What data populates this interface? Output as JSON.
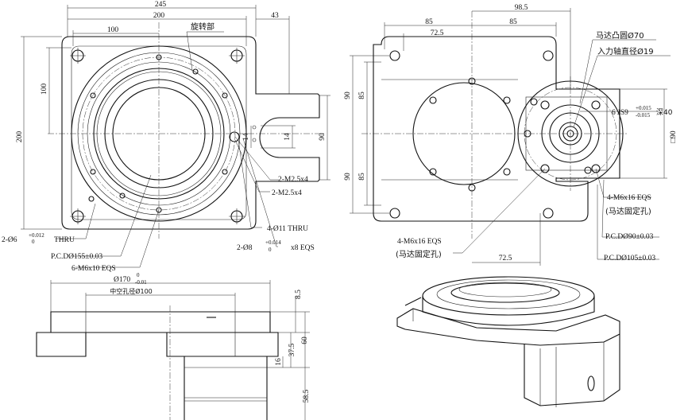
{
  "top_view": {
    "dims": {
      "d245": "245",
      "d200_top": "200",
      "d43": "43",
      "d100_top": "100",
      "d100_left": "100",
      "d200_left": "200",
      "d14_a": "14",
      "d14_b": "14",
      "d90_right": "90"
    },
    "callouts": {
      "rotating_part": "旋转部",
      "m25_a": "2-M2.5x4",
      "m25_b": "2-M2.5x4",
      "thru11": "4-Ø11 THRU",
      "pin6": "2-Ø6",
      "pin6_tol_up": "+0.012",
      "pin6_tol_low": "0",
      "pin6_suffix": "THRU",
      "pcd155": "P.C.DØ155±0.03",
      "m6x10": "6-M6x10 EQS",
      "pin8": "2-Ø8",
      "pin8_tol_up": "+0.014",
      "pin8_tol_low": "0",
      "pin8_suffix": "x8 EQS"
    }
  },
  "side_view": {
    "dims": {
      "d170": "Ø170",
      "d170_tol_up": "0",
      "d170_tol_low": "-0.01",
      "hollow": "中空孔径Ø100",
      "d8_5": "8.5",
      "d60": "60",
      "d37_5": "37.5",
      "d16": "16",
      "d58_5": "58.5"
    }
  },
  "right_view": {
    "dims": {
      "d98_5": "98.5",
      "d85_a": "85",
      "d85_b": "85",
      "d72_5_top": "72.5",
      "d90_a": "90",
      "d85_c": "85",
      "d90_b": "90",
      "d85_d": "85",
      "d72_5_bot": "72.5",
      "sq90": "□90"
    },
    "callouts": {
      "motor_boss": "马达凸圆Ø70",
      "input_shaft": "入力轴直径Ø19",
      "keyway": "6 JS9",
      "keyway_tol_up": "+0.015",
      "keyway_tol_low": "-0.015",
      "keyway_depth": "深40",
      "m6x16_left": "4-M6x16 EQS",
      "motor_fix_left": "(马达固定孔)",
      "m6x16_right": "4-M6x16 EQS",
      "motor_fix_right": "(马达固定孔)",
      "pcd90": "P.C.DØ90±0.03",
      "pcd105": "P.C.DØ105±0.03"
    }
  },
  "colors": {
    "line": "#111111",
    "paper": "#ffffff"
  }
}
